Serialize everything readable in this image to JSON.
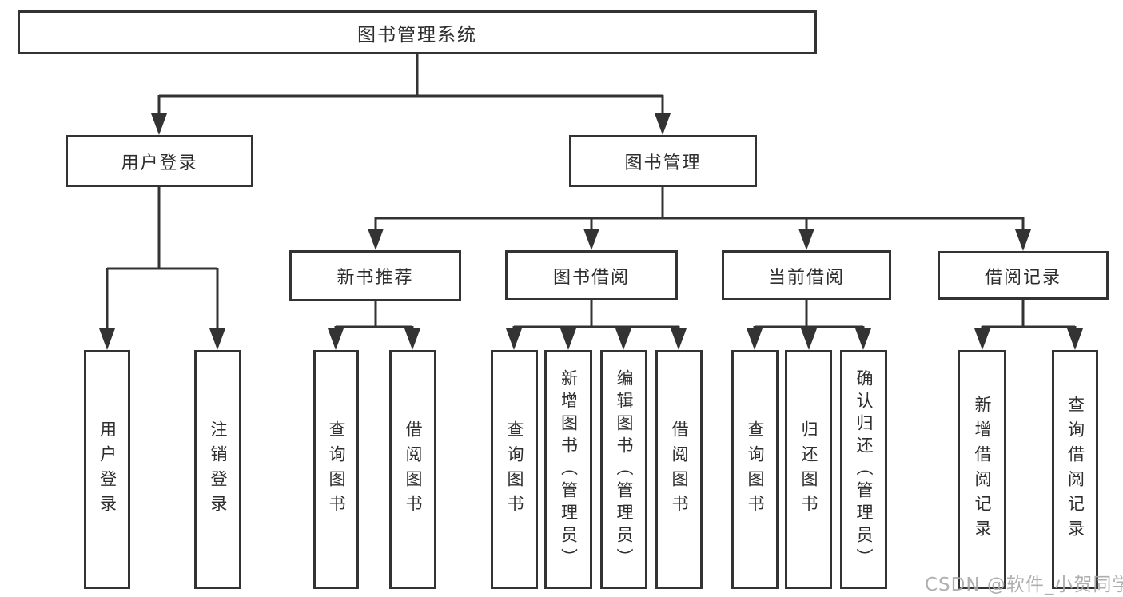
{
  "diagram": {
    "title": "图书管理系统",
    "type": "hierarchy-tree"
  },
  "tree": {
    "root": {
      "label": "图书管理系统"
    },
    "branches": [
      {
        "label": "用户登录",
        "children": [
          {
            "label": "用户登录"
          },
          {
            "label": "注销登录"
          }
        ]
      },
      {
        "label": "图书管理",
        "children": [
          {
            "label": "新书推荐",
            "children": [
              {
                "label": "查询图书"
              },
              {
                "label": "借阅图书"
              }
            ]
          },
          {
            "label": "图书借阅",
            "children": [
              {
                "label": "查询图书"
              },
              {
                "label": "新增图书（管理员）"
              },
              {
                "label": "编辑图书（管理员）"
              },
              {
                "label": "借阅图书"
              }
            ]
          },
          {
            "label": "当前借阅",
            "children": [
              {
                "label": "查询图书"
              },
              {
                "label": "归还图书"
              },
              {
                "label": "确认归还（管理员）"
              }
            ]
          },
          {
            "label": "借阅记录",
            "children": [
              {
                "label": "新增借阅记录"
              },
              {
                "label": "查询借阅记录"
              }
            ]
          }
        ]
      }
    ]
  },
  "watermark": {
    "text": "CSDN @软件_小贺同学"
  },
  "colors": {
    "line": "#333333",
    "box_border": "#333333",
    "box_fill": "#ffffff",
    "text": "#2e2e2e",
    "watermark": "#a8a8a8",
    "background": "#ffffff"
  }
}
